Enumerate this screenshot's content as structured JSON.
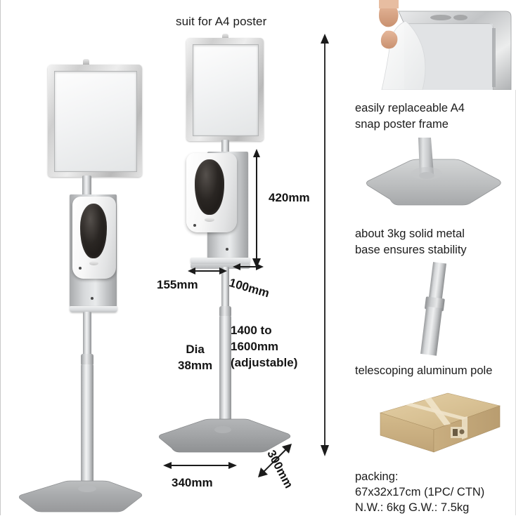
{
  "page": {
    "background": "#ffffff",
    "accent_gray": "#b9bbbd",
    "text_color": "#1c1c1c"
  },
  "headings": {
    "suit_for_a4": "suit for A4 poster"
  },
  "dimensions": {
    "height_dispenser": "420mm",
    "bracket_width": "155mm",
    "bracket_depth": "100mm",
    "pole_height": "1400 to\n1600mm\n(adjustable)",
    "pole_dia": "Dia\n38mm",
    "base_width": "340mm",
    "base_depth": "300mm"
  },
  "features": [
    {
      "id": "snap-frame",
      "text": "easily replaceable A4\nsnap poster frame",
      "image": "hand-lifting-clear-sheet-from-open-snap-frame-corner"
    },
    {
      "id": "metal-base",
      "text": "about 3kg solid metal\nbase ensures stability",
      "image": "gray-square-metal-base-with-pole"
    },
    {
      "id": "telescoping-pole",
      "text": "telescoping aluminum pole",
      "image": "tilted-aluminum-pole-with-telescoping-collar"
    }
  ],
  "packing": {
    "title": "packing:",
    "carton_size": "67x32x17cm (1PC/ CTN)",
    "weights": "N.W.: 6kg   G.W.: 7.5kg",
    "image": "brown-cardboard-carton-with-cross-tape"
  },
  "products": {
    "left_stand": {
      "name": "floor-standing-hand-sanitizer-dispenser-with-a4-sign-frame",
      "poster_color": "#f0f1f2",
      "frame_color": "#cfcfcf",
      "dispenser_color": "#ffffff",
      "base_color": "#a3a5a7"
    },
    "middle_stand": {
      "name": "dimensioned-floor-stand-with-dispenser-and-a4-frame",
      "poster_color": "#f2f3f4",
      "frame_color": "#d2d2d2",
      "base_color": "#9fa1a3"
    }
  },
  "icons": {
    "double_arrow_vertical": "double-headed-vertical-arrow",
    "double_arrow_horizontal": "double-headed-horizontal-arrow",
    "down_arrow": "down-arrow"
  }
}
